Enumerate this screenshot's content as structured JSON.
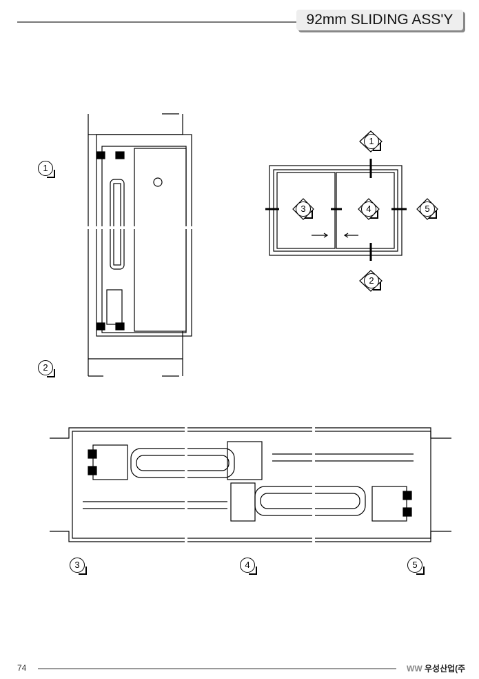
{
  "header": {
    "title": "92mm SLIDING ASS'Y"
  },
  "footer": {
    "page_number": "74",
    "logo_text": "우성산업(주"
  },
  "markers": {
    "m1": "1",
    "m2": "2",
    "m3": "3",
    "m4": "4",
    "m5": "5"
  }
}
